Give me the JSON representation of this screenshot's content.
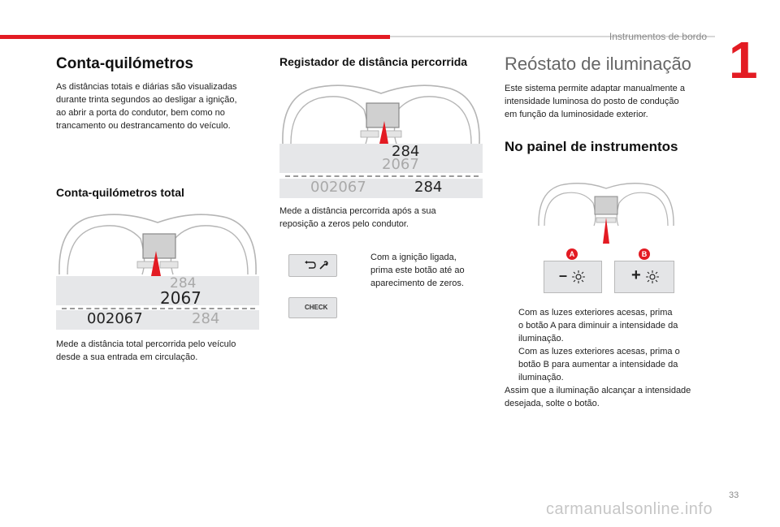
{
  "header": {
    "section": "Instrumentos de bordo",
    "chapter": "1",
    "page": "33"
  },
  "watermark": "carmanualsonline.info",
  "col1": {
    "title": "Conta-quilómetros",
    "intro": [
      "As distâncias totais e diárias são visualizadas",
      "durante trinta segundos ao desligar a ignição,",
      "ao abrir a porta do condutor, bem como no",
      "trancamento ou destrancamento do veículo."
    ],
    "subtitle": "Conta-quilómetros total",
    "figure": {
      "trip_upper": "284",
      "total_upper": "2067",
      "total_lower": "002067",
      "trip_lower": "284"
    },
    "caption": [
      "Mede a distância total percorrida pelo veículo",
      "desde a sua entrada em circulação."
    ]
  },
  "col2": {
    "title": "Registador de distância percorrida",
    "figure": {
      "trip_upper": "284",
      "total_upper": "2067",
      "total_lower": "002067",
      "trip_lower": "284"
    },
    "caption": [
      "Mede a distância percorrida após a sua",
      "reposição a zeros pelo condutor."
    ],
    "bullet_marker": "",
    "bullet": [
      "Com a ignição ligada,",
      "prima este botão até ao",
      "aparecimento de zeros."
    ],
    "check_label": "CHECK"
  },
  "col3": {
    "title": "Reóstato de iluminação",
    "intro": [
      "Este sistema permite adaptar manualmente a",
      "intensidade luminosa do posto de condução",
      "em função da luminosidade exterior."
    ],
    "subtitle": "No painel de instrumentos",
    "figure": {
      "label_a": "A",
      "label_b": "B",
      "minus": "–",
      "plus": "+"
    },
    "bullet_marker": "",
    "bullets": [
      {
        "lines": [
          "Com as luzes exteriores acesas, prima",
          "o botão A para diminuir a intensidade da",
          "iluminação."
        ]
      },
      {
        "lines": [
          "Com as luzes exteriores acesas, prima o",
          "botão B para aumentar a intensidade da",
          "iluminação."
        ]
      }
    ],
    "outro": [
      "Assim que a iluminação alcançar a intensidade",
      "desejada, solte o botão."
    ]
  }
}
